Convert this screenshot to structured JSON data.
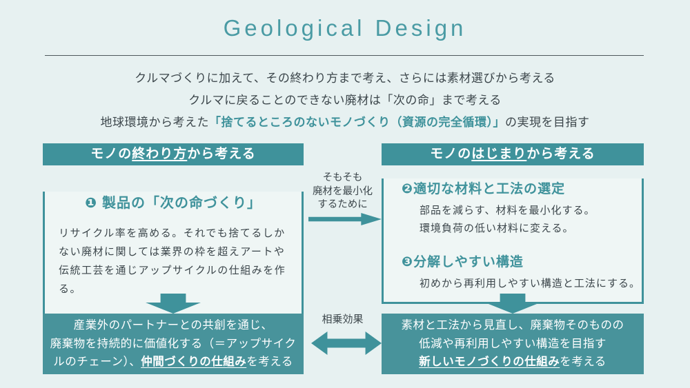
{
  "page": {
    "title": "Geological Design",
    "intro_lines": [
      "クルマづくりに加えて、その終わり方まで考え、さらには素材選びから考える",
      "クルマに戻ることのできない廃材は「次の命」まで考える"
    ],
    "goal_line": {
      "prefix": "地球環境から考えた",
      "highlight": "「捨てるところのないモノづくり（資源の完全循環）」",
      "suffix": "の実現を目指す"
    }
  },
  "left_box": {
    "header": {
      "pre": "モノの",
      "underlined": "終わり方",
      "post": "から考える"
    },
    "item1": {
      "marker": "❶",
      "title": "製品の「次の命づくり」"
    },
    "body": "リサイクル率を高める。それでも捨てるしかない廃材に関しては業界の枠を超えアートや伝統工芸を通じアップサイクルの仕組みを作る。"
  },
  "right_box": {
    "header": {
      "pre": "モノの",
      "underlined": "はじまり",
      "post": "から考える"
    },
    "item2": {
      "marker": "❷",
      "title": "適切な材料と工法の選定",
      "lines": [
        "部品を減らす、材料を最小化する。",
        "環境負荷の低い材料に変える。"
      ]
    },
    "item3": {
      "marker": "❸",
      "title": "分解しやすい構造",
      "lines": [
        "初めから再利用しやすい構造と工法にする。"
      ]
    }
  },
  "connectors": {
    "minimize_note_lines": [
      "そもそも",
      "廃材を最小化",
      "するために"
    ],
    "synergy_label": "相乗効果"
  },
  "bottom_left_box": {
    "line1": "産業外のパートナーとの共創を通じ、",
    "line2": "廃棄物を持続的に価値化する（＝アップサイク",
    "line3_pre": "ルのチェーン）、",
    "line3_em": "仲間づくりの仕組み",
    "line3_post": "を考える"
  },
  "bottom_right_box": {
    "line1": "素材と工法から見直し、廃棄物そのものの",
    "line2": "低減や再利用しやすい構造を目指す",
    "line3_em": "新しいモノづくりの仕組み",
    "line3_post": "を考える"
  },
  "colors": {
    "accent": "#3f929b",
    "accent_fill": "#48939b",
    "title": "#4a9ba4",
    "text": "#3c464b",
    "page_bg": "#e7f1f1",
    "panel_bg": "#eff6f5"
  }
}
